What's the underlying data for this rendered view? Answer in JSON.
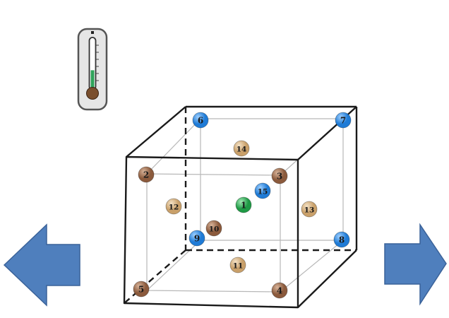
{
  "colors": {
    "background": "#ffffff",
    "cube_edge": "#1a1a1a",
    "inner_line": "#b8b8b8",
    "arrow_fill": "#4f7fbd",
    "arrow_stroke": "#3a6299",
    "thermometer_case": "#e6e6e6",
    "thermometer_fluid": "#2fa35a",
    "thermometer_bulb": "#7a4f2e",
    "ball_label": "#1a1a1a"
  },
  "ball_types": {
    "brown": {
      "base": "#8b5a3c",
      "hi": "#d8b49a"
    },
    "tan": {
      "base": "#c9a06a",
      "hi": "#f4e2c6"
    },
    "blue": {
      "base": "#1f7bd6",
      "hi": "#9fd0ff"
    },
    "green": {
      "base": "#1f9a45",
      "hi": "#a6ebb8"
    }
  },
  "thermometer": {
    "icon": "thermometer-icon",
    "level": 0.4
  },
  "navigation": {
    "prev": {
      "icon": "arrow-left-icon"
    },
    "next": {
      "icon": "arrow-right-icon"
    }
  },
  "balls": [
    {
      "label": "1",
      "type": "green"
    },
    {
      "label": "2",
      "type": "brown"
    },
    {
      "label": "3",
      "type": "brown"
    },
    {
      "label": "4",
      "type": "brown"
    },
    {
      "label": "5",
      "type": "brown"
    },
    {
      "label": "6",
      "type": "blue"
    },
    {
      "label": "7",
      "type": "blue"
    },
    {
      "label": "8",
      "type": "blue"
    },
    {
      "label": "9",
      "type": "blue"
    },
    {
      "label": "10",
      "type": "brown"
    },
    {
      "label": "11",
      "type": "tan"
    },
    {
      "label": "12",
      "type": "tan"
    },
    {
      "label": "13",
      "type": "tan"
    },
    {
      "label": "14",
      "type": "tan"
    },
    {
      "label": "15",
      "type": "blue"
    }
  ]
}
